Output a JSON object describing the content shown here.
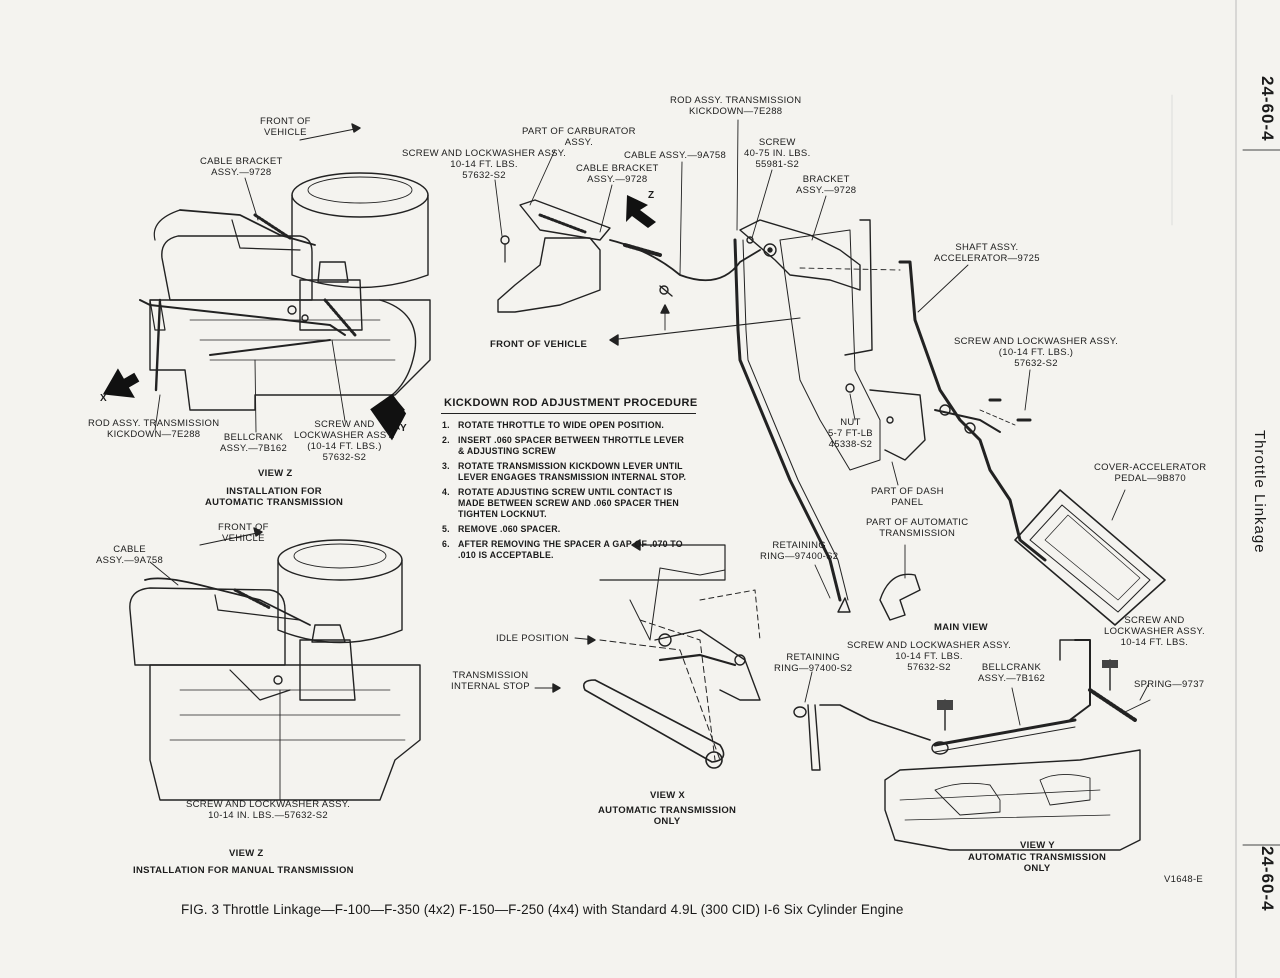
{
  "page_number": "24-60-4",
  "section_title": "Throttle Linkage",
  "figure_id": "V1648-E",
  "caption": "FIG. 3 Throttle Linkage—F-100—F-350 (4x2) F-150—F-250 (4x4) with Standard 4.9L (300 CID) I-6 Six Cylinder Engine",
  "procedure": {
    "title": "KICKDOWN ROD ADJUSTMENT PROCEDURE",
    "steps": [
      {
        "num": "1.",
        "text": "ROTATE THROTTLE TO WIDE OPEN POSITION."
      },
      {
        "num": "2.",
        "text": "INSERT .060 SPACER BETWEEN THROTTLE LEVER\n& ADJUSTING SCREW"
      },
      {
        "num": "3.",
        "text": "ROTATE TRANSMISSION KICKDOWN LEVER UNTIL\nLEVER ENGAGES TRANSMISSION INTERNAL STOP."
      },
      {
        "num": "4.",
        "text": "ROTATE ADJUSTING SCREW UNTIL CONTACT IS\nMADE BETWEEN SCREW AND .060 SPACER THEN\nTIGHTEN LOCKNUT."
      },
      {
        "num": "5.",
        "text": "REMOVE .060 SPACER."
      },
      {
        "num": "6.",
        "text": "AFTER REMOVING THE SPACER A GAP OF .070 TO\n.010 IS ACCEPTABLE."
      }
    ]
  },
  "labels": {
    "front_of_vehicle_z_auto": "FRONT OF\nVEHICLE",
    "cable_bracket_z": "CABLE BRACKET\nASSY.—9728",
    "rod_assy_left": "ROD ASSY. TRANSMISSION\nKICKDOWN—7E288",
    "x_marker": "X",
    "y_marker": "Y",
    "z_marker": "Z",
    "bellcrank_z": "BELLCRANK\nASSY.—7B162",
    "screw_lockwasher_z": "SCREW AND\nLOCKWASHER ASSY.\n(10-14 FT. LBS.)\n57632-S2",
    "view_z_auto": "VIEW Z",
    "install_auto": "INSTALLATION FOR\nAUTOMATIC TRANSMISSION",
    "front_of_vehicle_z_manual": "FRONT OF\nVEHICLE",
    "cable_assy_manual": "CABLE\nASSY.—9A758",
    "screw_lockwasher_manual": "SCREW AND LOCKWASHER ASSY.\n10-14 IN. LBS.—57632-S2",
    "view_z_manual": "VIEW Z",
    "install_manual": "INSTALLATION FOR MANUAL TRANSMISSION",
    "rod_assy_top": "ROD ASSY. TRANSMISSION\nKICKDOWN—7E288",
    "part_of_carburator": "PART OF CARBURATOR\nASSY.",
    "screw_lockwasher_main": "SCREW AND LOCKWASHER ASSY.\n10-14 FT. LBS.\n57632-S2",
    "cable_assy_main": "CABLE ASSY.—9A758",
    "cable_bracket_main": "CABLE BRACKET\nASSY.—9728",
    "screw_40_75": "SCREW\n40-75 IN. LBS.\n55981-S2",
    "bracket_assy": "BRACKET\nASSY.—9728",
    "shaft_assy": "SHAFT ASSY.\nACCELERATOR—9725",
    "front_of_vehicle_main": "FRONT OF VEHICLE",
    "screw_lockwasher_right": "SCREW AND LOCKWASHER ASSY.\n(10-14 FT. LBS.)\n57632-S2",
    "nut": "NUT\n5-7 FT-LB\n45338-S2",
    "part_of_dash": "PART OF DASH\nPANEL",
    "cover_accel": "COVER-ACCELERATOR\nPEDAL—9B870",
    "retaining_ring_1": "RETAINING\nRING—97400-S2",
    "part_of_auto_trans": "PART OF AUTOMATIC\nTRANSMISSION",
    "idle_position": "IDLE POSITION",
    "trans_internal_stop": "TRANSMISSION\nINTERNAL STOP",
    "main_view": "MAIN VIEW",
    "retaining_ring_2": "RETAINING\nRING—97400-S2",
    "screw_lockwasher_y": "SCREW AND LOCKWASHER ASSY.\n10-14 FT. LBS.\n57632-S2",
    "bellcrank_y": "BELLCRANK\nASSY.—7B162",
    "screw_lockwasher_y2": "SCREW AND\nLOCKWASHER ASSY.\n10-14 FT. LBS.",
    "spring": "SPRING—9737",
    "view_x": "VIEW X",
    "auto_trans_only_x": "AUTOMATIC TRANSMISSION\nONLY",
    "view_y": "VIEW Y",
    "auto_trans_only_y": "AUTOMATIC TRANSMISSION\nONLY"
  }
}
